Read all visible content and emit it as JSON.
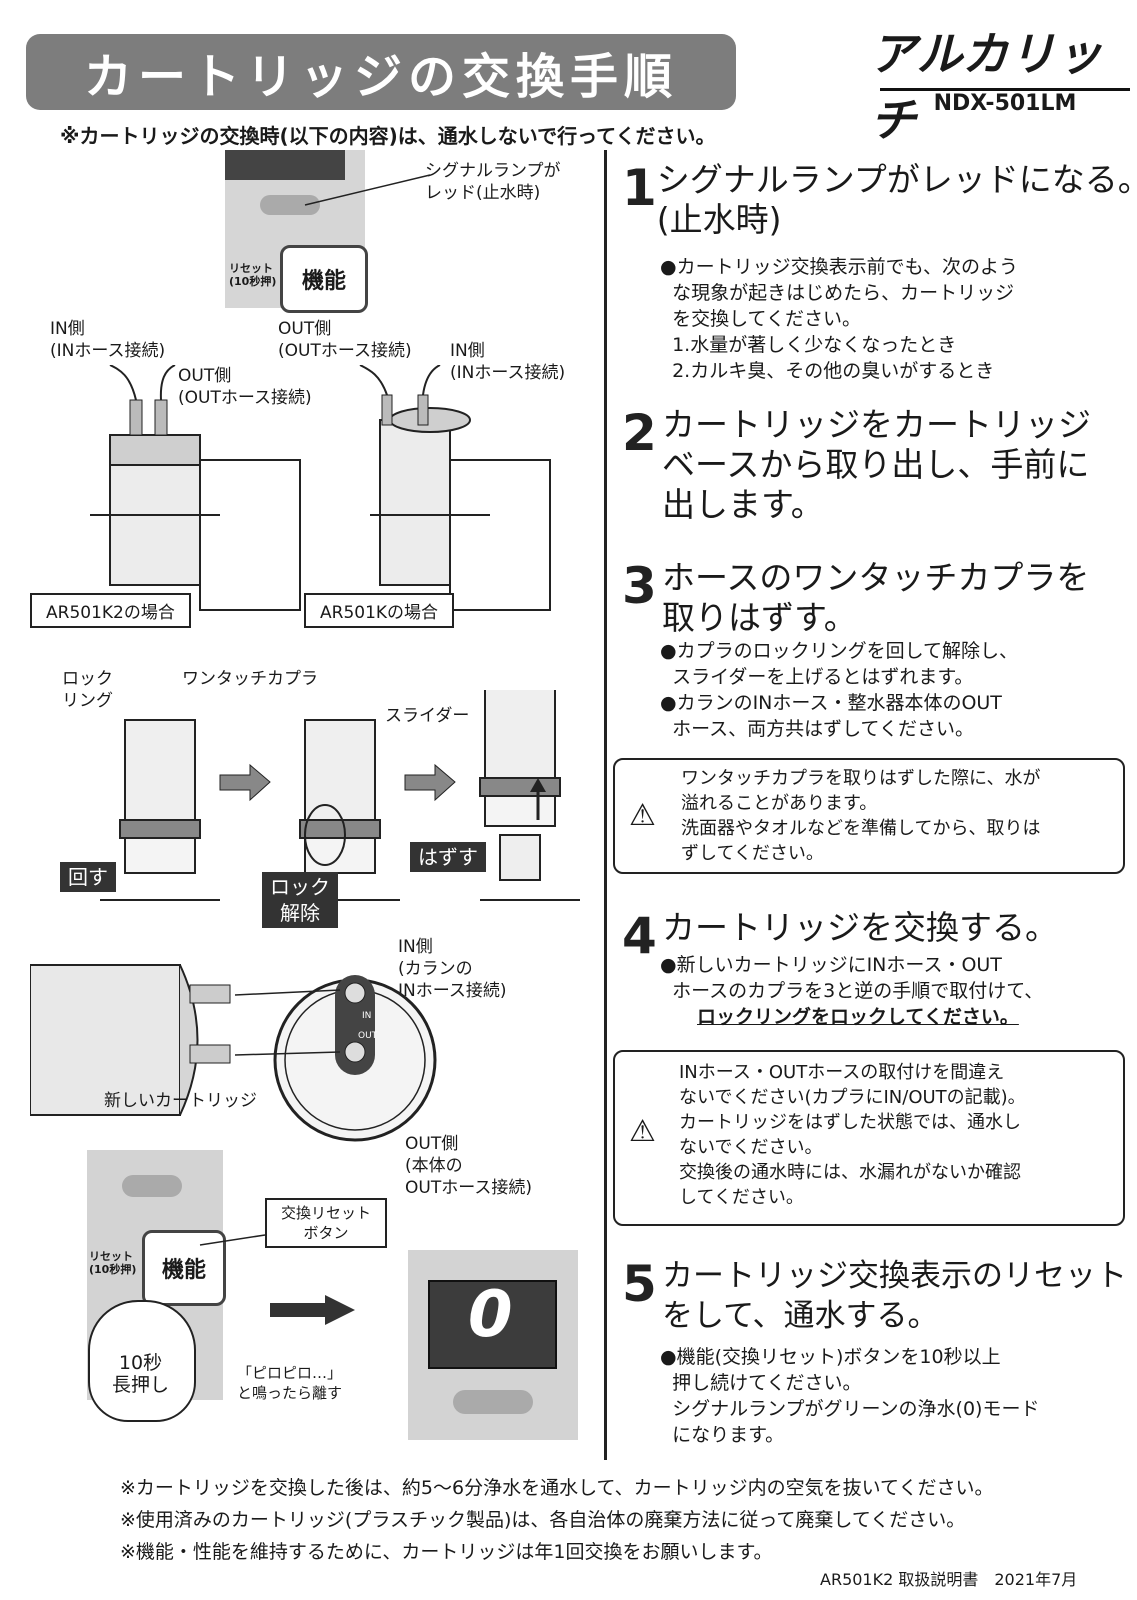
{
  "title": "カートリッジの交換手順",
  "brand": "アルカリッチ",
  "model": "NDX-501LM",
  "top_note": "※カートリッジの交換時(以下の内容)は、通水しないで行ってください。",
  "fig1": {
    "lamp_label": "シグナルランプが\nレッド(止水時)",
    "reset_label": "リセット\n(10秒押)",
    "func_label": "機能"
  },
  "fig2": {
    "left": {
      "in": "IN側\n(INホース接続)",
      "out": "OUT側\n(OUTホース接続)",
      "caption": "AR501K2の場合"
    },
    "right": {
      "out": "OUT側\n(OUTホース接続)",
      "in": "IN側\n(INホース接続)",
      "caption": "AR501Kの場合"
    }
  },
  "fig3": {
    "lock_ring": "ロック\nリング",
    "coupler": "ワンタッチカプラ",
    "slider": "スライダー",
    "rotate": "回す",
    "unlock": "ロック\n解除",
    "remove": "はずす"
  },
  "fig4": {
    "in_side": "IN側\n(カランの\nINホース接続)",
    "new_cartridge": "新しいカートリッジ",
    "out_side": "OUT側\n(本体の\nOUTホース接続)",
    "in_mark": "IN",
    "out_mark": "OUT"
  },
  "fig5": {
    "reset_button": "交換リセット\nボタン",
    "reset_label": "リセット\n(10秒押)",
    "func_label": "機能",
    "press": "10秒\n長押し",
    "beep": "「ピロピロ…」\nと鳴ったら離す",
    "display": "0"
  },
  "steps": [
    {
      "num": "1",
      "title": "シグナルランプがレッドになる。\n(止水時)",
      "body": "●カートリッジ交換表示前でも、次のよう\n  な現象が起きはじめたら、カートリッジ\n  を交換してください。\n  1.水量が著しく少なくなったとき\n  2.カルキ臭、その他の臭いがするとき"
    },
    {
      "num": "2",
      "title": "カートリッジをカートリッジ\nベースから取り出し、手前に\n出します。",
      "body": ""
    },
    {
      "num": "3",
      "title": "ホースのワンタッチカプラを\n取りはずす。",
      "body": "●カプラのロックリングを回して解除し、\n  スライダーを上げるとはずれます。\n●カランのINホース・整水器本体のOUT\n  ホース、両方共はずしてください。"
    },
    {
      "num": "4",
      "title": "カートリッジを交換する。",
      "body": "●新しいカートリッジにINホース・OUT\n  ホースのカプラを3と逆の手順で取付けて、",
      "emph": "ロックリングをロックしてください。"
    },
    {
      "num": "5",
      "title": "カートリッジ交換表示のリセット\nをして、通水する。",
      "body": "●機能(交換リセット)ボタンを10秒以上\n  押し続けてください。\n  シグナルランプがグリーンの浄水(0)モード\n  になります。"
    }
  ],
  "cautions": [
    "ワンタッチカプラを取りはずした際に、水が\n溢れることがあります。\n洗面器やタオルなどを準備してから、取りは\nずしてください。",
    "INホース・OUTホースの取付けを間違え\nないでください(カプラにIN/OUTの記載)。\nカートリッジをはずした状態では、通水し\nないでください。\n交換後の通水時には、水漏れがないか確認\nしてください。"
  ],
  "footnotes": [
    "※カートリッジを交換した後は、約5～6分浄水を通水して、カートリッジ内の空気を抜いてください。",
    "※使用済みのカートリッジ(プラスチック製品)は、各自治体の廃棄方法に従って廃棄してください。",
    "※機能・性能を維持するために、カートリッジは年1回交換をお願いします。"
  ],
  "footer": "AR501K2 取扱説明書　2021年7月"
}
